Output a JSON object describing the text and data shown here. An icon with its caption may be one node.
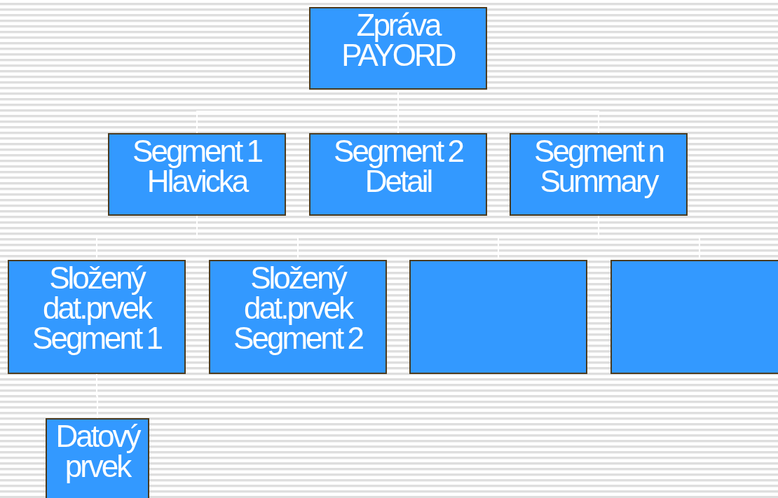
{
  "diagram": {
    "nodes": [
      {
        "text": [
          "Zpráva PAYORD"
        ]
      },
      {
        "text": [
          "Segment 1 Hlavicka"
        ]
      },
      {
        "text": [
          "Segment 2 Detail"
        ]
      },
      {
        "text": [
          "Segment n Summary"
        ]
      },
      {
        "text": [
          "Složený dat.prvek Segment 1"
        ]
      },
      {
        "text": [
          "Složený dat.prvek Segment 2"
        ]
      },
      {
        "text": [],
        "shape": "box"
      },
      {
        "text": [],
        "shape": "box"
      },
      {
        "text": [
          "Datový prvek"
        ]
      }
    ],
    "edges": [
      {
        "from": 0,
        "to": 1,
        "arrow": "none"
      },
      {
        "from": 0,
        "to": 2,
        "arrow": "none"
      },
      {
        "from": 0,
        "to": 3,
        "arrow": "none"
      },
      {
        "from": 1,
        "to": 4,
        "arrow": "none"
      },
      {
        "from": 1,
        "to": 5,
        "arrow": "none"
      },
      {
        "from": 3,
        "to": 6,
        "arrow": "none"
      },
      {
        "from": 3,
        "to": 7,
        "arrow": "none"
      },
      {
        "from": 4,
        "to": 8,
        "arrow": "none"
      }
    ]
  }
}
